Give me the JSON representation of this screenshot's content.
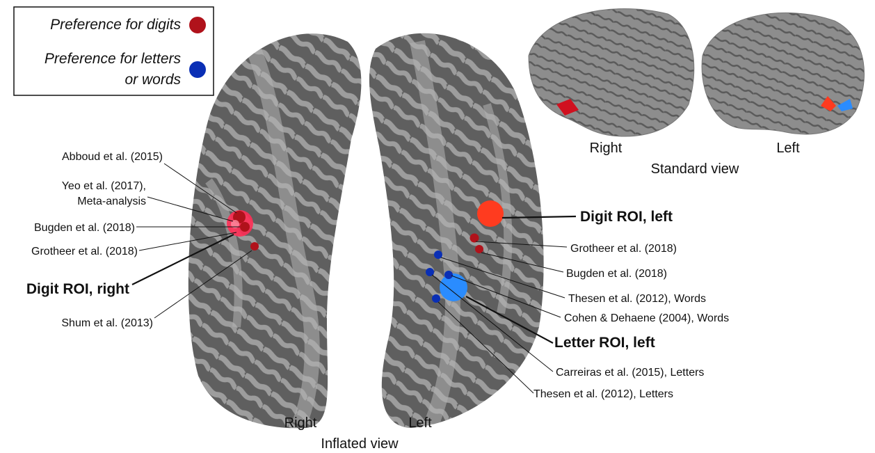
{
  "legend": {
    "digits_label": "Preference for digits",
    "letters_label_line1": "Preference for letters",
    "letters_label_line2": "or words",
    "digits_color": "#b0121b",
    "letters_color": "#0a2fb5"
  },
  "inflated_view": {
    "title": "Inflated view",
    "right_label": "Right",
    "left_label": "Left"
  },
  "standard_view": {
    "title": "Standard view",
    "right_label": "Right",
    "left_label": "Left"
  },
  "right_hemisphere_labels": {
    "abboud": "Abboud et al. (2015)",
    "yeo_line1": "Yeo et al. (2017),",
    "yeo_line2": "Meta-analysis",
    "bugden": "Bugden et al. (2018)",
    "grotheer": "Grotheer et al. (2018)",
    "digit_roi": "Digit ROI, right",
    "shum": "Shum et al. (2013)"
  },
  "left_hemisphere_labels": {
    "digit_roi": "Digit ROI, left",
    "grotheer": "Grotheer et al. (2018)",
    "bugden": "Bugden et al. (2018)",
    "thesen_words": "Thesen et al. (2012), Words",
    "cohen_words": "Cohen & Dehaene (2004), Words",
    "letter_roi": "Letter ROI, left",
    "carreiras_letters": "Carreiras et al. (2015), Letters",
    "thesen_letters": "Thesen et al. (2012), Letters"
  },
  "colors": {
    "brain_dark": "#5e5e5e",
    "brain_light": "#9b9b9b",
    "digit_roi": "#ff3b1f",
    "letter_roi": "#2a8cff",
    "digit_study": "#b0121b",
    "letter_study": "#0a2fb5",
    "right_roi": "#ff2d55"
  }
}
